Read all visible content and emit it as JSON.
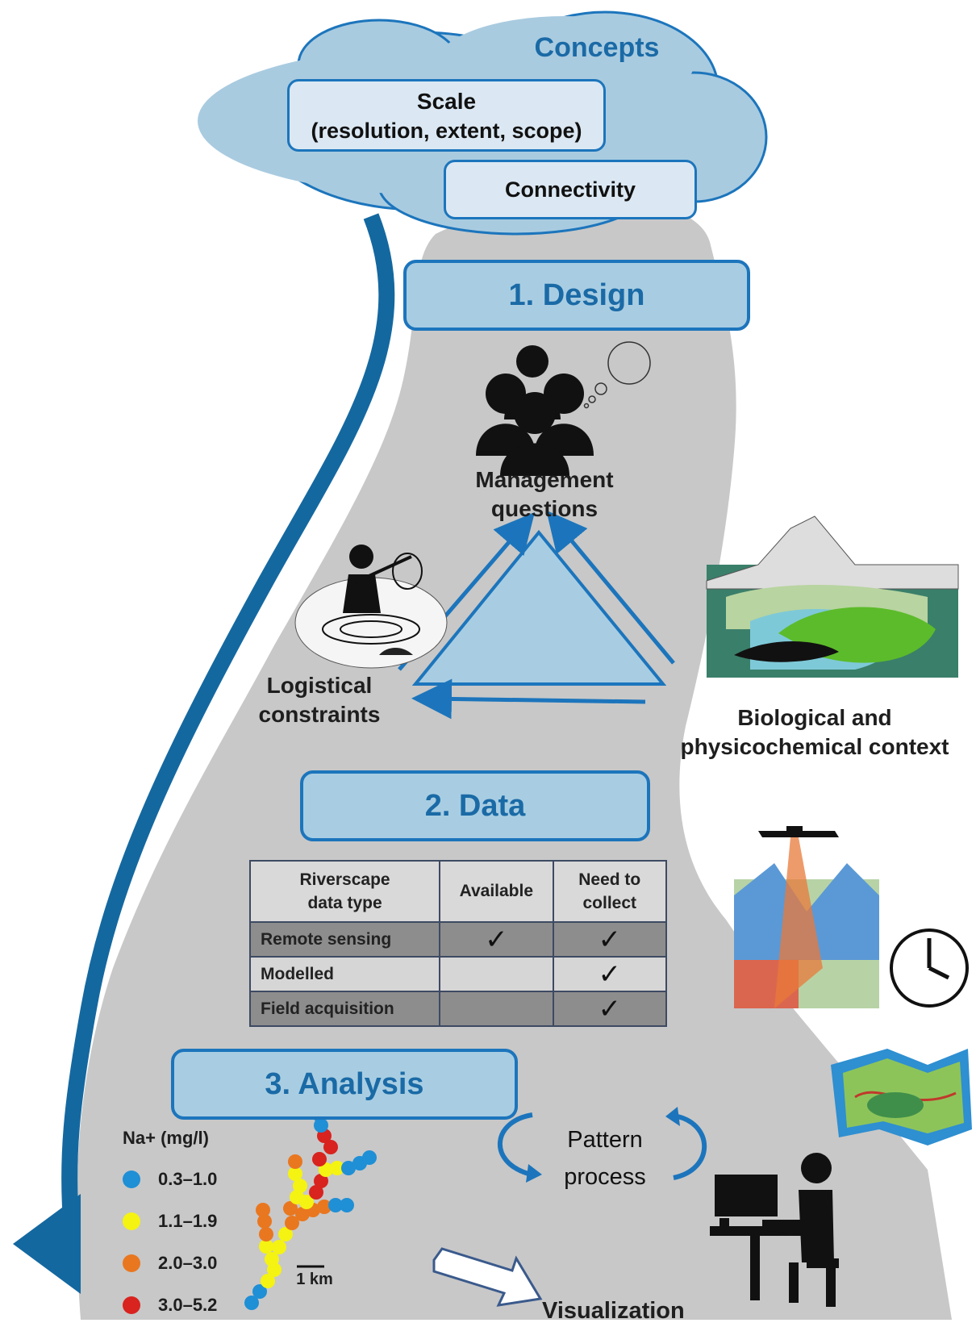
{
  "concepts": {
    "title": "Concepts",
    "scale_title": "Scale",
    "scale_detail": "(resolution, extent, scope)",
    "connectivity": "Connectivity"
  },
  "phases": {
    "design": "1. Design",
    "data": "2. Data",
    "analysis": "3. Analysis"
  },
  "design": {
    "management_line1": "Management",
    "management_line2": "questions",
    "logistical_line1": "Logistical",
    "logistical_line2": "constraints",
    "context_line1": "Biological and",
    "context_line2": "physicochemical context"
  },
  "data_table": {
    "headers": [
      "Riverscape\ndata type",
      "Available",
      "Need to\ncollect"
    ],
    "rows": [
      {
        "type": "Remote sensing",
        "available": "✓",
        "need": "✓"
      },
      {
        "type": "Modelled",
        "available": "",
        "need": "✓"
      },
      {
        "type": "Field acquisition",
        "available": "",
        "need": "✓"
      }
    ]
  },
  "analysis": {
    "pattern": "Pattern",
    "process": "process",
    "visualization": "Visualization",
    "scale_bar": "1 km"
  },
  "legend": {
    "title": "Na+ (mg/l)",
    "items": [
      {
        "label": "0.3–1.0",
        "color": "#1f8fd6"
      },
      {
        "label": "1.1–1.9",
        "color": "#f5f312"
      },
      {
        "label": "2.0–3.0",
        "color": "#e9771f"
      },
      {
        "label": "3.0–5.2",
        "color": "#d8231f"
      }
    ]
  },
  "colors": {
    "accent_blue": "#1c75bc",
    "box_fill": "#a8cde2",
    "river_grey": "#c8c8c8",
    "cloud_fill": "#a9cbe0"
  }
}
